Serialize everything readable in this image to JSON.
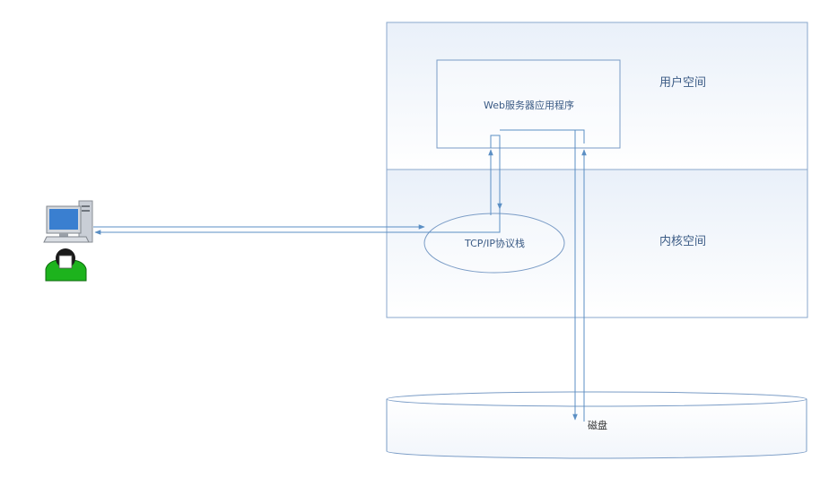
{
  "labels": {
    "user_space": "用户空间",
    "kernel_space": "内核空间",
    "web_app": "Web服务器应用程序",
    "tcp_stack": "TCP/IP协议栈",
    "disk": "磁盘"
  },
  "icons": {
    "client": "computer-user-icon"
  },
  "colors": {
    "line": "#5b8fc4",
    "box_border": "#7a9cc6",
    "panel_top": "#eef3fa",
    "panel_bottom": "#ffffff",
    "user_shirt": "#1db31d",
    "monitor": "#3a7fd0"
  }
}
